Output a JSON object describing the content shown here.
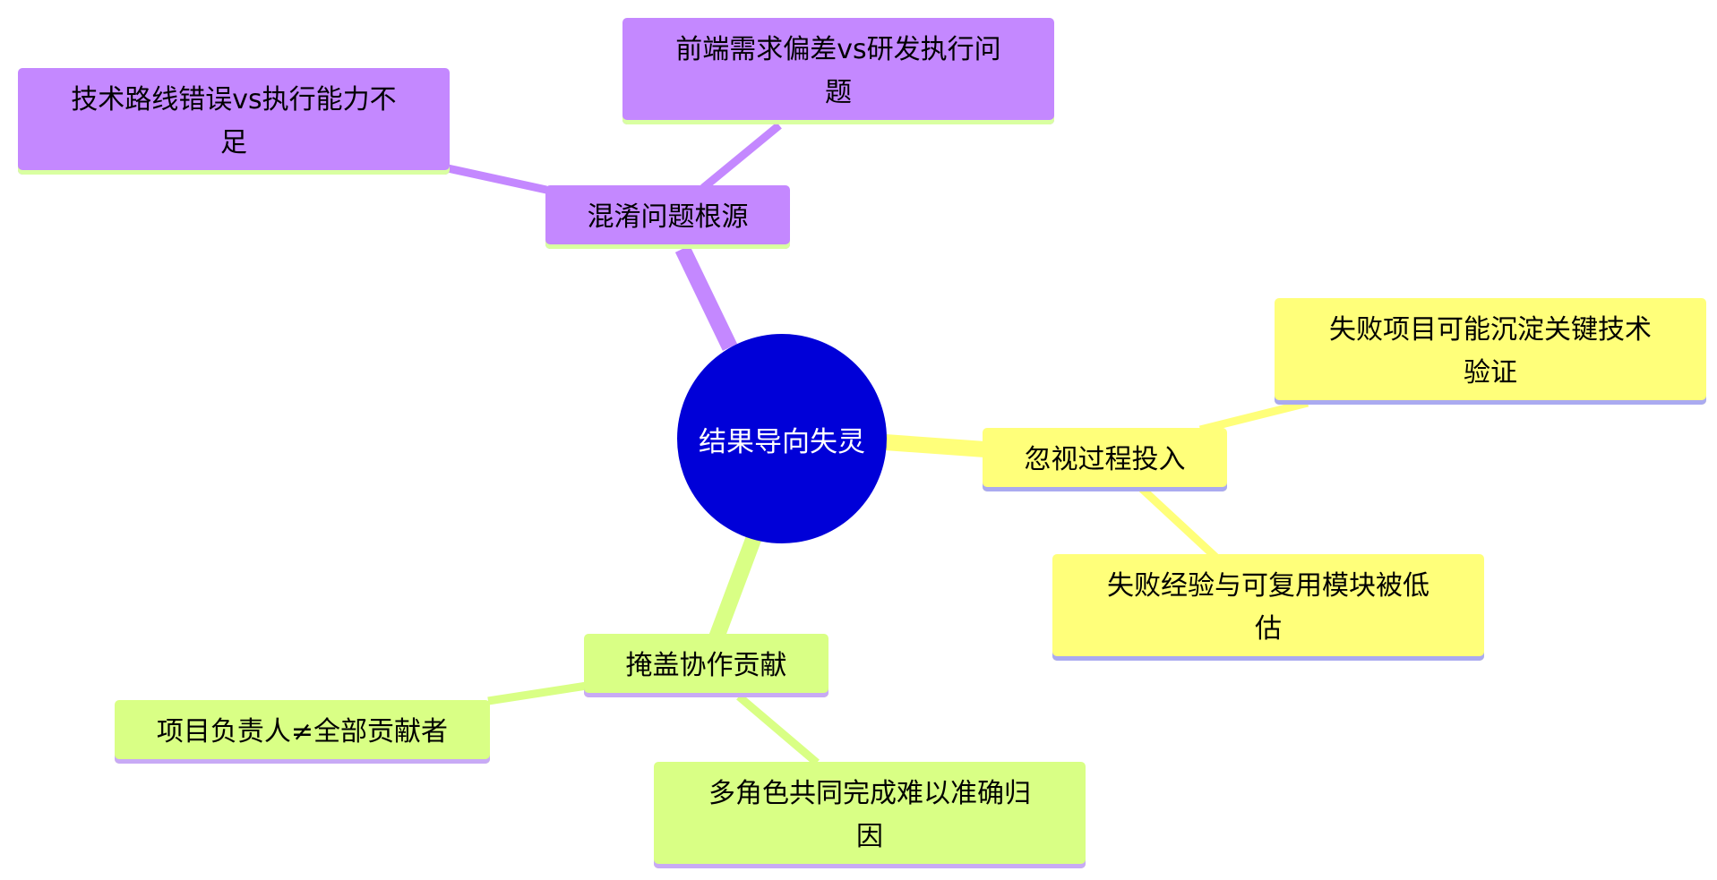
{
  "center": {
    "label": "结果导向失灵"
  },
  "branches": [
    {
      "id": "confuse",
      "label": "混淆问题根源",
      "color": "#c488ff",
      "children": [
        {
          "label": "技术路线错误vs执行能力不足",
          "lines": [
            "技术路线错误vs执行能力不",
            "足"
          ]
        },
        {
          "label": "前端需求偏差vs研发执行问题",
          "lines": [
            "前端需求偏差vs研发执行问",
            "题"
          ]
        }
      ]
    },
    {
      "id": "ignore",
      "label": "忽视过程投入",
      "color": "#ffff7a",
      "children": [
        {
          "label": "失败项目可能沉淀关键技术验证",
          "lines": [
            "失败项目可能沉淀关键技术",
            "验证"
          ]
        },
        {
          "label": "失败经验与可复用模块被低估",
          "lines": [
            "失败经验与可复用模块被低",
            "估"
          ]
        }
      ]
    },
    {
      "id": "cover",
      "label": "掩盖协作贡献",
      "color": "#d9ff85",
      "children": [
        {
          "label": "项目负责人≠全部贡献者",
          "lines": [
            "项目负责人≠全部贡献者"
          ]
        },
        {
          "label": "多角色共同完成难以准确归因",
          "lines": [
            "多角色共同完成难以准确归",
            "因"
          ]
        }
      ]
    }
  ]
}
